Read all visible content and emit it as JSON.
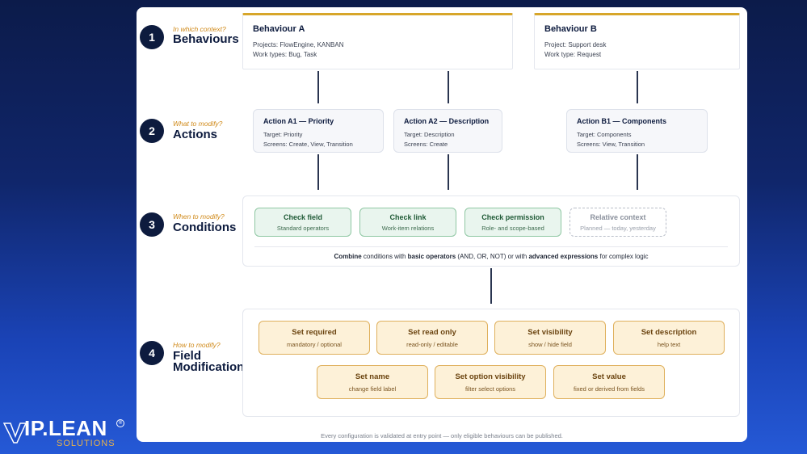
{
  "steps": [
    {
      "num": "1",
      "question": "In which context?",
      "title": "Behaviours"
    },
    {
      "num": "2",
      "question": "What to modify?",
      "title": "Actions"
    },
    {
      "num": "3",
      "question": "When to modify?",
      "title": "Conditions"
    },
    {
      "num": "4",
      "question": "How to modify?",
      "title_line1": "Field",
      "title_line2": "Modifications"
    }
  ],
  "behaviours": [
    {
      "title": "Behaviour A",
      "line1": "Projects: FlowEngine, KANBAN",
      "line2": "Work types: Bug, Task"
    },
    {
      "title": "Behaviour B",
      "line1": "Project: Support desk",
      "line2": "Work type: Request"
    }
  ],
  "actions": [
    {
      "title": "Action A1 — Priority",
      "line1": "Target: Priority",
      "line2": "Screens: Create, View, Transition"
    },
    {
      "title": "Action A2 — Description",
      "line1": "Target: Description",
      "line2": "Screens: Create"
    },
    {
      "title": "Action B1 — Components",
      "line1": "Target: Components",
      "line2": "Screens: View, Transition"
    }
  ],
  "conditions": [
    {
      "title": "Check field",
      "sub": "Standard operators"
    },
    {
      "title": "Check link",
      "sub": "Work-item relations"
    },
    {
      "title": "Check permission",
      "sub": "Role- and scope-based"
    },
    {
      "title": "Relative context",
      "sub": "Planned — today, yesterday"
    }
  ],
  "combine": {
    "w1": "Combine",
    "t1": " conditions with ",
    "w2": "basic operators",
    "t2": " (AND, OR, NOT) or with ",
    "w3": "advanced expressions",
    "t3": " for complex logic"
  },
  "modifications": [
    {
      "title": "Set required",
      "sub": "mandatory / optional"
    },
    {
      "title": "Set read only",
      "sub": "read-only / editable"
    },
    {
      "title": "Set visibility",
      "sub": "show / hide field"
    },
    {
      "title": "Set description",
      "sub": "help text"
    },
    {
      "title": "Set name",
      "sub": "change field label"
    },
    {
      "title": "Set option visibility",
      "sub": "filter select options"
    },
    {
      "title": "Set value",
      "sub": "fixed or derived from fields"
    }
  ],
  "footer": "Every configuration is validated at entry point — only eligible behaviours can be published.",
  "logo": {
    "main": "IP.LEAN",
    "sub": "SOLUTIONS",
    "reg": "®"
  },
  "colors": {
    "accent": "#d7a62a",
    "navy": "#0d1b3e",
    "green": "#e9f5ee",
    "amber": "#fdf1d8"
  }
}
